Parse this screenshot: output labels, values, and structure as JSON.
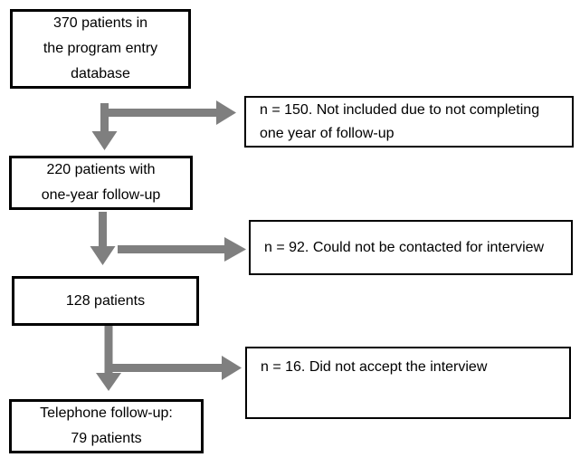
{
  "flow": {
    "background_color": "#ffffff",
    "box_border_color": "#000000",
    "text_color": "#000000",
    "arrow_color": "#7f7f7f",
    "boxes": [
      {
        "id": "entry-database",
        "lines": [
          "370 patients in",
          "the program entry",
          "database"
        ]
      },
      {
        "id": "one-year-follow-up",
        "lines": [
          "220 patients with",
          "one-year follow-up"
        ]
      },
      {
        "id": "contacted-patients",
        "lines": [
          "128 patients"
        ]
      },
      {
        "id": "telephone-follow-up",
        "lines": [
          "Telephone follow-up:",
          "79 patients"
        ]
      }
    ],
    "exclusions": [
      {
        "id": "not-completing-follow-up",
        "lines": [
          "n = 150. Not included due to not completing",
          "one year of follow-up"
        ]
      },
      {
        "id": "could-not-be-contacted",
        "lines": [
          "n = 92. Could not be contacted for interview"
        ]
      },
      {
        "id": "did-not-accept",
        "lines": [
          "n = 16. Did not accept the interview"
        ]
      }
    ]
  }
}
